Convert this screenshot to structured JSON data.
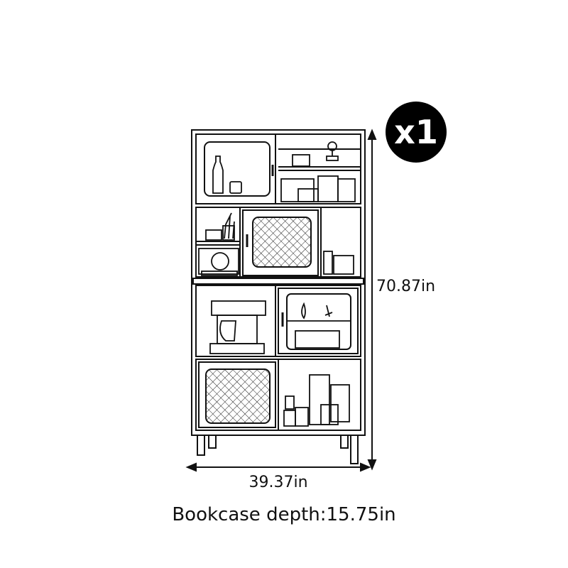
{
  "quantity_badge": "x1",
  "dimensions": {
    "height": "70.87in",
    "width": "39.37in"
  },
  "caption": "Bookcase depth:15.75in",
  "colors": {
    "line": "#111111",
    "badge_bg": "#000000",
    "badge_text": "#ffffff"
  }
}
